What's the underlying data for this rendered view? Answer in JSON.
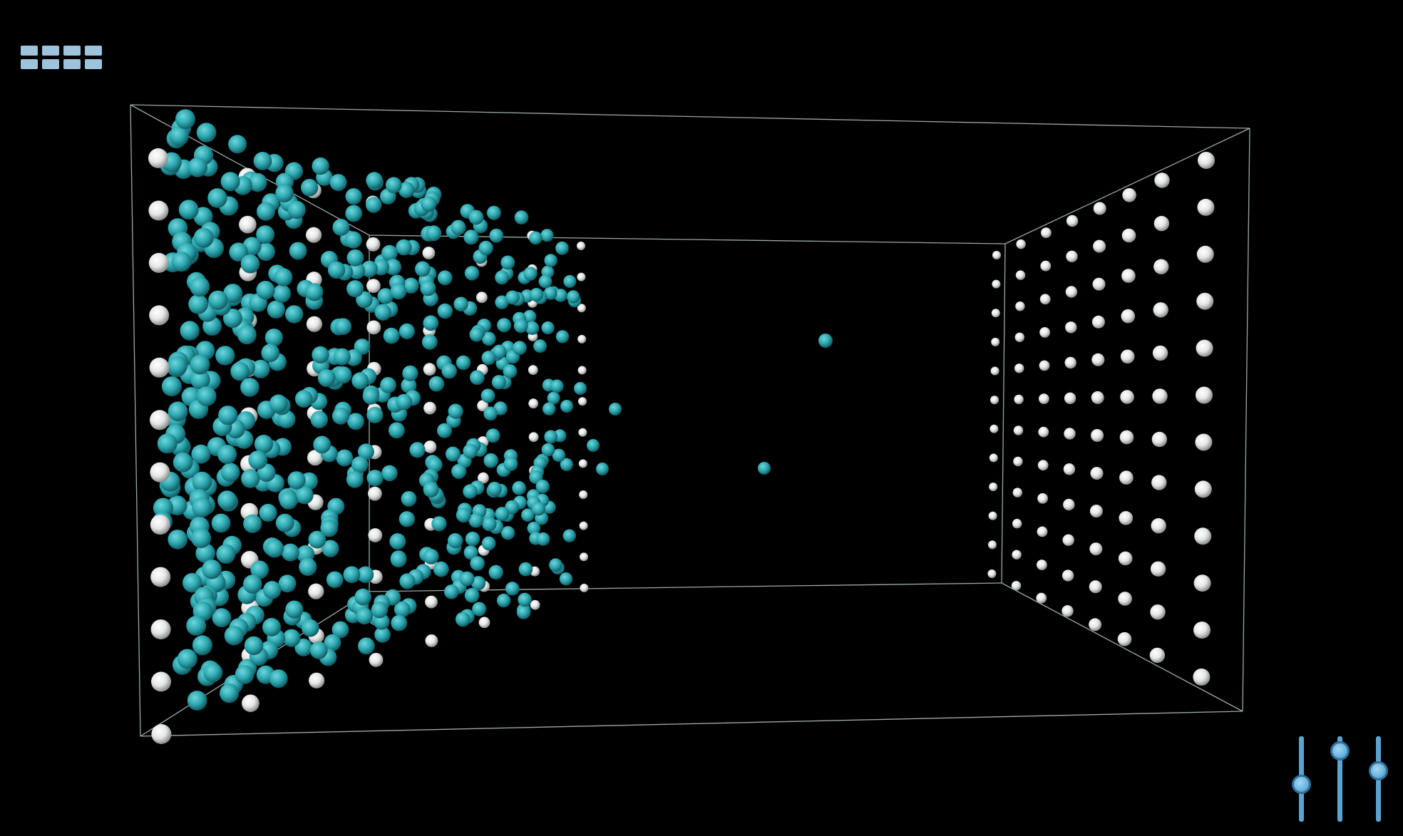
{
  "toolbar": {
    "menu_icon": "grid-menu-icon",
    "menu_cells": 8
  },
  "scene": {
    "background_color": "#000000",
    "box_line_color": "#9aa8a8",
    "wall_atom_color": "#e6e8e6",
    "fluid_atom_color": "#2ea8b0",
    "wall_grid": {
      "rows": 12,
      "columns_per_wall": 8
    },
    "fluid_atom_count_visible": 520
  },
  "sliders": [
    {
      "name": "slider-1",
      "icon": "vertical-slider-icon",
      "level": 0.42
    },
    {
      "name": "slider-2",
      "icon": "vertical-slider-icon",
      "level": 0.92
    },
    {
      "name": "slider-3",
      "icon": "vertical-slider-icon",
      "level": 0.62
    }
  ]
}
